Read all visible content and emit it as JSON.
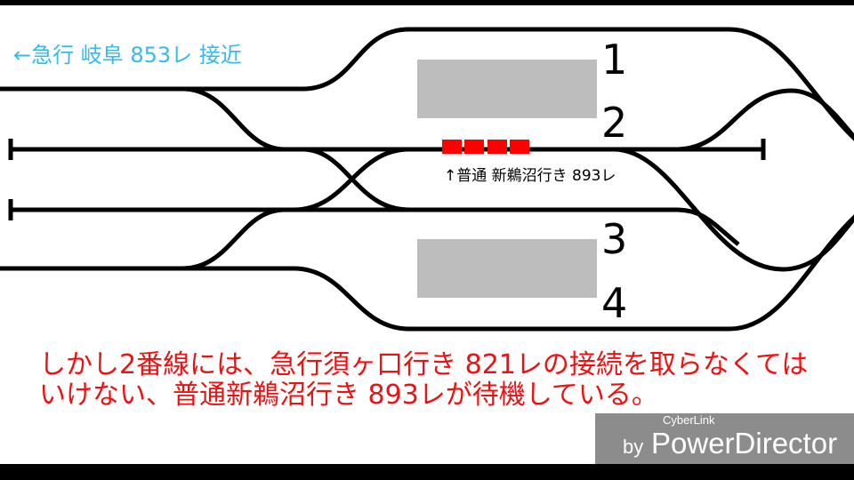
{
  "approach_notice": "←急行 岐阜 853レ 接近",
  "platforms": {
    "track_numbers": [
      "1",
      "2",
      "3",
      "4"
    ]
  },
  "waiting_train": {
    "label": "↑普通 新鵜沼行き 893レ",
    "color": "#ff0000",
    "cars": 4
  },
  "subtitle": {
    "line1": "しかし2番線には、急行須ヶ口行き 821レの接続を取らなくては",
    "line2": "いけない、普通新鵜沼行き 893レが待機している。"
  },
  "watermark": {
    "by": "by",
    "brand": "CyberLink",
    "product": "PowerDirector"
  },
  "colors": {
    "notice": "#33bbee",
    "subtitle": "#ee1111",
    "train": "#ff0000"
  }
}
